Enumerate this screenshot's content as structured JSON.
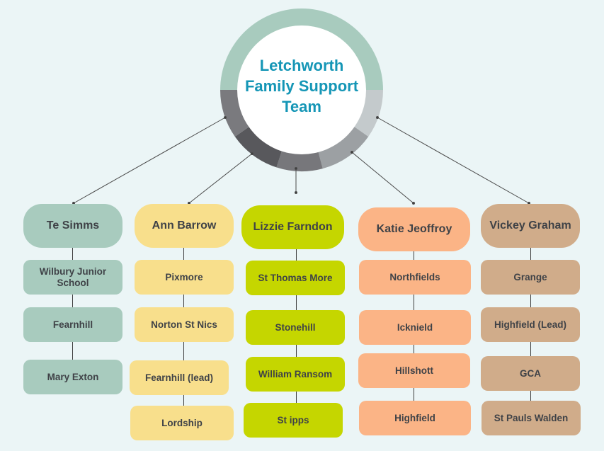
{
  "hub": {
    "title_lines": [
      "Letchworth",
      "Family Support",
      "Team"
    ],
    "ring_colors": {
      "top": "#A8CBBE",
      "seg_left_upper": "#7A7A7E",
      "seg_left_lower": "#58585C",
      "seg_bottom": "#77777B",
      "seg_right_lower": "#9CA0A3",
      "seg_right_upper": "#C4CACC"
    },
    "title_color": "#1596B6"
  },
  "columns": [
    {
      "name": "Te Simms",
      "color": "#A8CBBE",
      "schools": [
        "Wilbury Junior School",
        "Fearnhill",
        "Mary Exton"
      ]
    },
    {
      "name": "Ann Barrow",
      "color": "#F8DF8C",
      "schools": [
        "Pixmore",
        "Norton St Nics",
        "Fearnhill (lead)",
        "Lordship"
      ]
    },
    {
      "name": "Lizzie Farndon",
      "color": "#C5D600",
      "schools": [
        "St Thomas More",
        "Stonehill",
        "William Ransom",
        "St ipps"
      ]
    },
    {
      "name": "Katie Jeoffroy",
      "color": "#FBB486",
      "schools": [
        "Northfields",
        "Icknield",
        "Hillshott",
        "Highfield"
      ]
    },
    {
      "name": "Vickey Graham",
      "color": "#D0AC8A",
      "schools": [
        "Grange",
        "Highfield (Lead)",
        "GCA",
        "St Pauls Walden"
      ]
    }
  ]
}
